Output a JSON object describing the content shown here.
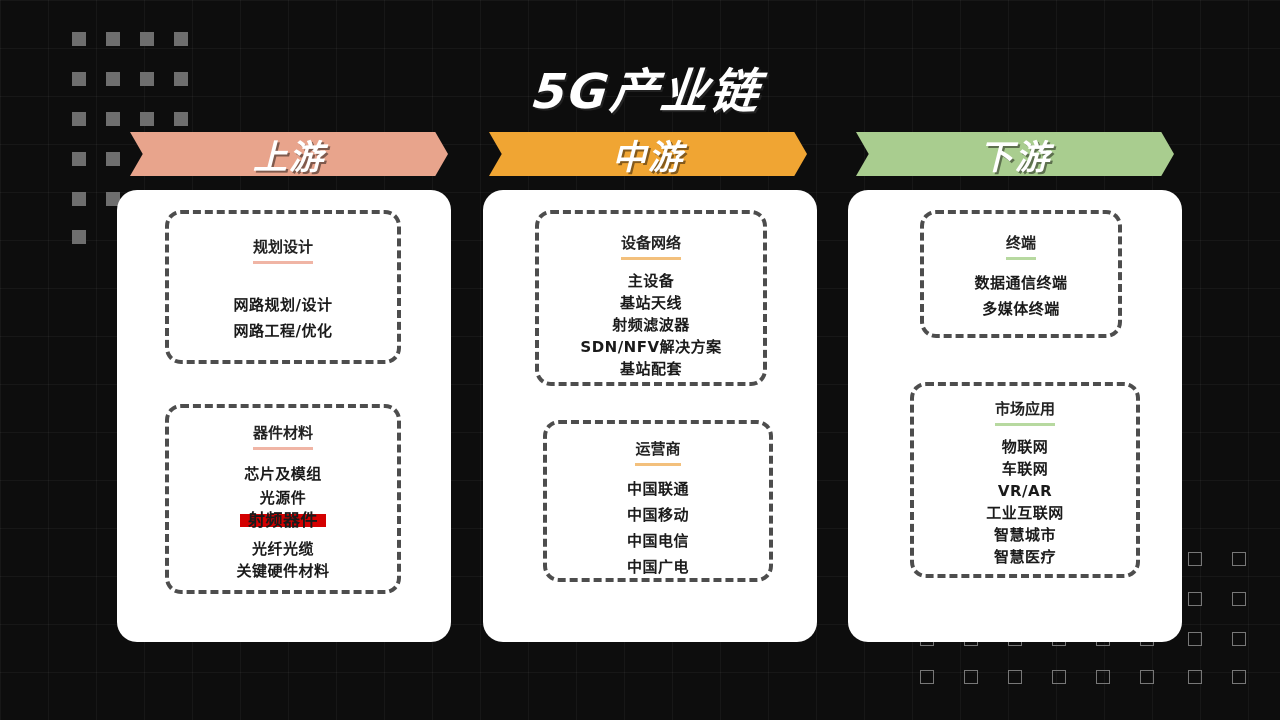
{
  "title": "5G产业链",
  "columns": [
    {
      "label": "上游",
      "color": "#e8a48c",
      "groups": [
        {
          "title": "规划设计",
          "underline": "#f0b5a5",
          "items": [
            "网路规划/设计",
            "网路工程/优化"
          ]
        },
        {
          "title": "器件材料",
          "underline": "#f0b5a5",
          "items": [
            "芯片及模组",
            "光源件",
            "射频器件",
            "光纤光缆",
            "关键硬件材料"
          ],
          "highlight_index": 2
        }
      ]
    },
    {
      "label": "中游",
      "color": "#f0a533",
      "groups": [
        {
          "title": "设备网络",
          "underline": "#f3c07c",
          "items": [
            "主设备",
            "基站天线",
            "射频滤波器",
            "SDN/NFV解决方案",
            "基站配套"
          ]
        },
        {
          "title": "运营商",
          "underline": "#f3c07c",
          "items": [
            "中国联通",
            "中国移动",
            "中国电信",
            "中国广电"
          ]
        }
      ]
    },
    {
      "label": "下游",
      "color": "#a9cd8f",
      "groups": [
        {
          "title": "终端",
          "underline": "#b7d9a0",
          "items": [
            "数据通信终端",
            "多媒体终端"
          ]
        },
        {
          "title": "市场应用",
          "underline": "#b7d9a0",
          "items": [
            "物联网",
            "车联网",
            "VR/AR",
            "工业互联网",
            "智慧城市",
            "智慧医疗"
          ]
        }
      ]
    }
  ]
}
